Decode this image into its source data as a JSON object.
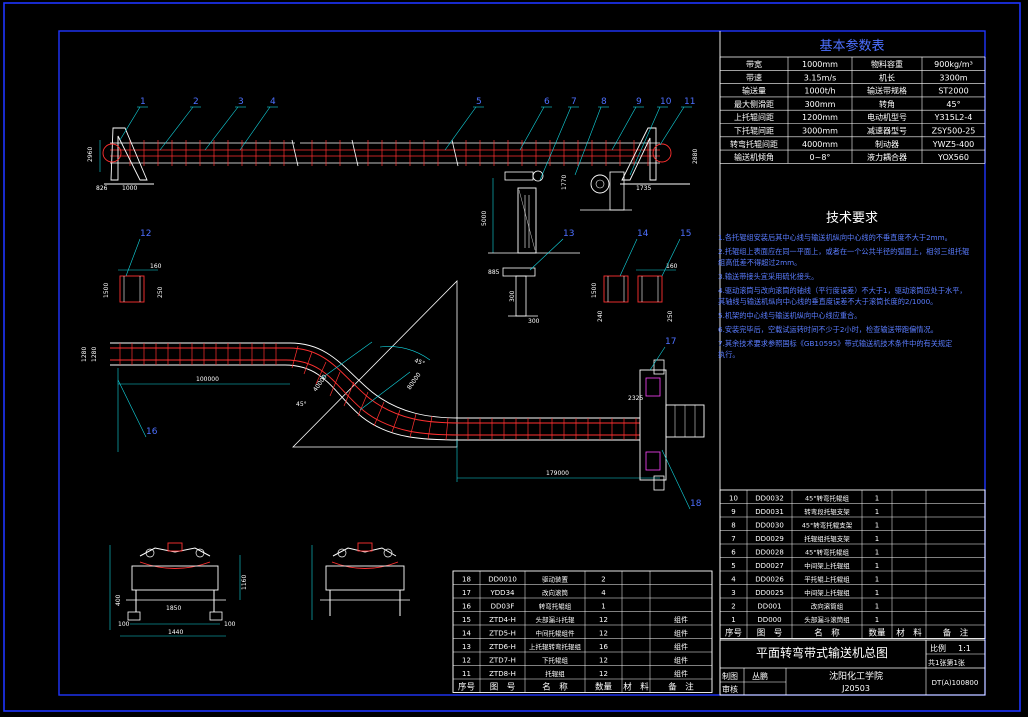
{
  "colors": {
    "border": "#1f35ff",
    "frame": "#ffffff",
    "belt": "#ff3030",
    "dim": "#12d6e0",
    "text": "#ffffff",
    "red_text": "#ff2a2a",
    "title_text": "#4d70ff",
    "req_text": "#5a7cff",
    "magenta": "#ff44ff",
    "yellow": "#ffff66"
  },
  "params_table": {
    "title": "基本参数表",
    "rows": [
      [
        "带宽",
        "1000mm",
        "物料容重",
        "900kg/m³"
      ],
      [
        "带速",
        "3.15m/s",
        "机长",
        "3300m"
      ],
      [
        "输送量",
        "1000t/h",
        "输送带规格",
        "ST2000"
      ],
      [
        "最大侧滑距",
        "300mm",
        "转角",
        "45°"
      ],
      [
        "上托辊间距",
        "1200mm",
        "电动机型号",
        "Y315L2-4"
      ],
      [
        "下托辊间距",
        "3000mm",
        "减速器型号",
        "ZSY500-25"
      ],
      [
        "转弯托辊间距",
        "4000mm",
        "制动器",
        "YWZ5-400"
      ],
      [
        "输送机倾角",
        "0~8°",
        "液力耦合器",
        "YOX560"
      ]
    ]
  },
  "tech_requirements": {
    "title": "技术要求",
    "items": [
      "1.各托辊组安装后其中心线与输送机纵向中心线的不垂直度不大于2mm。",
      "2.托辊组上表面应在同一平面上，或者在一个公共半径的弧面上，相邻三组托辊组高低差不得超过2mm。",
      "3.输送带接头宜采用硫化接头。",
      "4.驱动滚筒与改向滚筒的轴线（平行度误差）不大于1，驱动滚筒应处于水平，其轴线与输送机纵向中心线的垂直度误差不大于滚筒长度的2/1000。",
      "5.机架的中心线与输送机纵向中心线应重合。",
      "6.安装完毕后，空载试运转时间不少于2小时，检查输送带跑偏情况。",
      "7.其余技术要求参照国标《GB10595》带式输送机技术条件中的有关规定执行。"
    ]
  },
  "callouts": [
    "1",
    "2",
    "3",
    "4",
    "5",
    "6",
    "7",
    "8",
    "9",
    "10",
    "11",
    "12",
    "13",
    "14",
    "15",
    "16",
    "17",
    "18"
  ],
  "dims": {
    "d_2960": "2960",
    "d_2880": "2880",
    "d_1735": "1735",
    "d_826": "826",
    "d_1000": "1000",
    "d_5000": "5000",
    "d_1770": "1770",
    "d_160": "160",
    "d_1500": "1500",
    "d_250": "250",
    "d_885": "885",
    "d_300": "300",
    "d_240": "240",
    "d_100000": "100000",
    "d_1280": "1280",
    "d_45": "45°",
    "d_40000": "40000",
    "d_80000": "80000",
    "d_179000": "179000",
    "d_2325": "2325",
    "d_1850": "1850",
    "d_1440": "1440",
    "d_1160": "1160",
    "d_400": "400",
    "d_100": "100"
  },
  "bom_left": {
    "rows": [
      {
        "no": "18",
        "code": "DD0010",
        "name": "驱动装置",
        "qty": "2",
        "mat": "",
        "note": ""
      },
      {
        "no": "17",
        "code": "YDD34",
        "name": "改向滚筒",
        "qty": "4",
        "mat": "",
        "note": ""
      },
      {
        "no": "16",
        "code": "DD03F",
        "name": "转弯托辊组",
        "qty": "1",
        "mat": "",
        "note": ""
      },
      {
        "no": "15",
        "code": "ZTD4-H",
        "name": "头部漏斗托辊",
        "qty": "12",
        "mat": "",
        "note": "组件"
      },
      {
        "no": "14",
        "code": "ZTD5-H",
        "name": "中间托辊组件",
        "qty": "12",
        "mat": "",
        "note": "组件"
      },
      {
        "no": "13",
        "code": "ZTD6-H",
        "name": "上托辊转弯托辊组",
        "qty": "16",
        "mat": "",
        "note": "组件"
      },
      {
        "no": "12",
        "code": "ZTD7-H",
        "name": "下托辊组",
        "qty": "12",
        "mat": "",
        "note": "组件"
      },
      {
        "no": "11",
        "code": "ZTD8-H",
        "name": "托辊组",
        "qty": "12",
        "mat": "",
        "note": "组件"
      }
    ],
    "header": [
      "序号",
      "图　号",
      "名　称",
      "数量",
      "材　料",
      "备　注"
    ]
  },
  "bom_right": {
    "rows": [
      {
        "no": "10",
        "code": "DD0032",
        "name": "45°转弯托辊组",
        "qty": "1"
      },
      {
        "no": "9",
        "code": "DD0031",
        "name": "转弯段托辊支架",
        "qty": "1"
      },
      {
        "no": "8",
        "code": "DD0030",
        "name": "45°转弯托辊支架",
        "qty": "1"
      },
      {
        "no": "7",
        "code": "DD0029",
        "name": "托辊组托辊支架",
        "qty": "1"
      },
      {
        "no": "6",
        "code": "DD0028",
        "name": "45°转弯托辊组",
        "qty": "1"
      },
      {
        "no": "5",
        "code": "DD0027",
        "name": "中间架上托辊组",
        "qty": "1"
      },
      {
        "no": "4",
        "code": "DD0026",
        "name": "平托辊上托辊组",
        "qty": "1"
      },
      {
        "no": "3",
        "code": "DD0025",
        "name": "中间架上托辊组",
        "qty": "1"
      },
      {
        "no": "2",
        "code": "DD001",
        "name": "改向滚筒组",
        "qty": "1"
      },
      {
        "no": "1",
        "code": "DD000",
        "name": "头部漏斗滚筒组",
        "qty": "1"
      }
    ],
    "header": [
      "序号",
      "图　号",
      "名　称",
      "数量",
      "材　料",
      "备　注"
    ]
  },
  "title_block": {
    "title": "平面转弯带式输送机总图",
    "scale_label": "比例",
    "scale": "1:1",
    "sheet": "共1张第1张",
    "drawn_label": "制图",
    "drawn_name": "丛鹏",
    "check_label": "审核",
    "school": "沈阳化工学院",
    "class_code": "J20503",
    "drawing_no": "DT(A)100800"
  }
}
